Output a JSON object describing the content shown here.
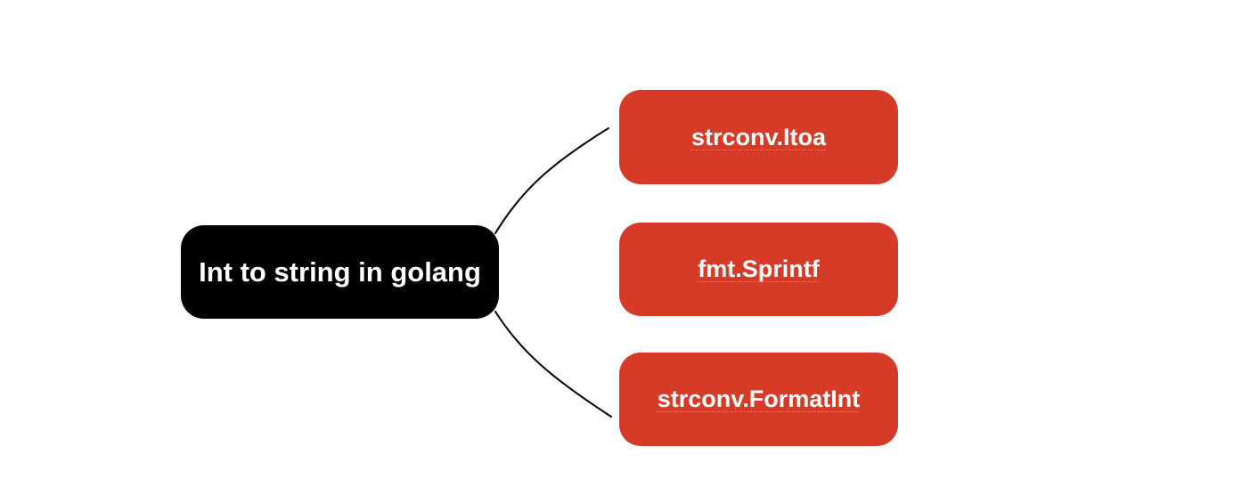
{
  "diagram": {
    "type": "mindmap",
    "root": {
      "label": "Int to string in golang"
    },
    "children": [
      {
        "label": "strconv.Itoa"
      },
      {
        "label": "fmt.Sprintf"
      },
      {
        "label": "strconv.FormatInt"
      }
    ],
    "colors": {
      "background": "#ffffff",
      "root_bg": "#000000",
      "root_text": "#ffffff",
      "child_bg": "#d53b27",
      "child_text": "#ffffff",
      "connector": "#000000"
    }
  }
}
